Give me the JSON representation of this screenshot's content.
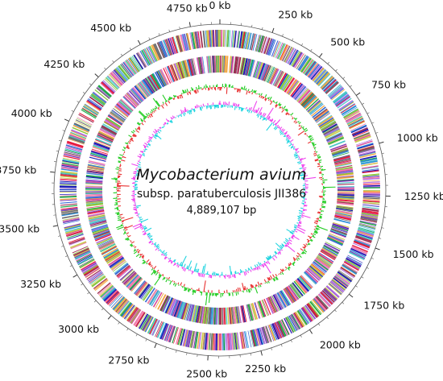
{
  "genome": {
    "organism": "Mycobacterium avium",
    "strain": "subsp. paratuberculosis JII386",
    "size_label": "4,889,107 bp",
    "length_bp": 4889107
  },
  "ticks": [
    {
      "kb": 0,
      "label": "0 kb"
    },
    {
      "kb": 250,
      "label": "250 kb"
    },
    {
      "kb": 500,
      "label": "500 kb"
    },
    {
      "kb": 750,
      "label": "750 kb"
    },
    {
      "kb": 1000,
      "label": "1000 kb"
    },
    {
      "kb": 1250,
      "label": "1250 kb"
    },
    {
      "kb": 1500,
      "label": "1500 kb"
    },
    {
      "kb": 1750,
      "label": "1750 kb"
    },
    {
      "kb": 2000,
      "label": "2000 kb"
    },
    {
      "kb": 2250,
      "label": "2250 kb"
    },
    {
      "kb": 2500,
      "label": "2500 kb"
    },
    {
      "kb": 2750,
      "label": "2750 kb"
    },
    {
      "kb": 3000,
      "label": "3000 kb"
    },
    {
      "kb": 3250,
      "label": "3250 kb"
    },
    {
      "kb": 3500,
      "label": "3500 kb"
    },
    {
      "kb": 3750,
      "label": "3750 kb"
    },
    {
      "kb": 4000,
      "label": "4000 kb"
    },
    {
      "kb": 4250,
      "label": "4250 kb"
    },
    {
      "kb": 4500,
      "label": "4500 kb"
    },
    {
      "kb": 4750,
      "label": "4750 kb"
    }
  ],
  "colors": {
    "feature_palette": [
      "#e8193c",
      "#1b1bb5",
      "#22a84a",
      "#f07fb0",
      "#2f8fd8",
      "#b06adf",
      "#f2a541",
      "#6b6b6b",
      "#9e2b4f",
      "#4ac7c7",
      "#c8c84a",
      "#7a3fb8",
      "#d94f9b",
      "#3d6fd6",
      "#8cc63f"
    ],
    "gc_content_positive": "#22cc22",
    "gc_content_negative": "#e83030",
    "gc_skew_positive": "#ee44ee",
    "gc_skew_negative": "#22d4e0",
    "backbone": "#555555"
  }
}
